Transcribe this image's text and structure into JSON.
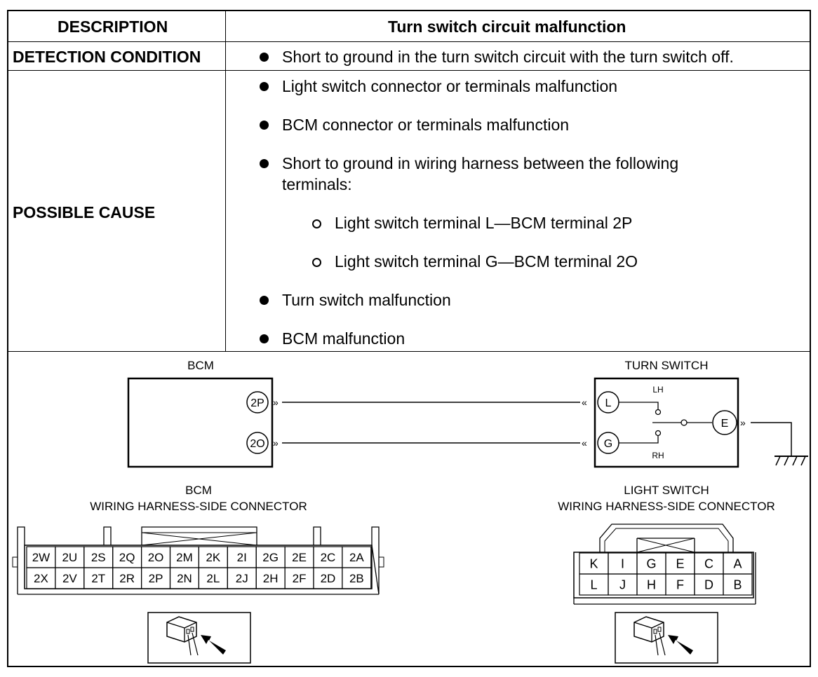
{
  "table": {
    "header_left": "DESCRIPTION",
    "header_right": "Turn switch circuit malfunction",
    "detection_label": "DETECTION CONDITION",
    "detection_text": "Short to ground in the turn switch circuit with the turn switch off.",
    "cause_label": "POSSIBLE CAUSE",
    "causes": [
      "Light switch connector or terminals malfunction",
      "BCM connector or terminals malfunction",
      "Short to ground in wiring harness between the following",
      "terminals:",
      "Light switch terminal L—BCM terminal 2P",
      "Light switch terminal G—BCM terminal 2O",
      "Turn switch malfunction",
      "BCM malfunction"
    ]
  },
  "diagram": {
    "bcm_title": "BCM",
    "turn_switch_title": "TURN SWITCH",
    "bcm_terminals": [
      "2P",
      "2O"
    ],
    "switch_terminals": [
      "L",
      "G",
      "E"
    ],
    "lh_label": "LH",
    "rh_label": "RH",
    "bcm_connector_title_1": "BCM",
    "bcm_connector_title_2": "WIRING HARNESS-SIDE CONNECTOR",
    "light_connector_title_1": "LIGHT SWITCH",
    "light_connector_title_2": "WIRING HARNESS-SIDE CONNECTOR",
    "bcm_pins_top": [
      "2W",
      "2U",
      "2S",
      "2Q",
      "2O",
      "2M",
      "2K",
      "2I",
      "2G",
      "2E",
      "2C",
      "2A"
    ],
    "bcm_pins_bottom": [
      "2X",
      "2V",
      "2T",
      "2R",
      "2P",
      "2N",
      "2L",
      "2J",
      "2H",
      "2F",
      "2D",
      "2B"
    ],
    "light_pins_top": [
      "K",
      "I",
      "G",
      "E",
      "C",
      "A"
    ],
    "light_pins_bottom": [
      "L",
      "J",
      "H",
      "F",
      "D",
      "B"
    ]
  }
}
